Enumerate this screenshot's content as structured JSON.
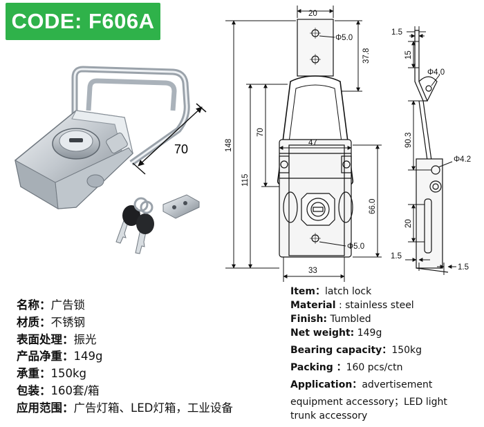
{
  "header": {
    "code": "CODE: F606A"
  },
  "photo": {
    "dim_70": "70"
  },
  "drawing": {
    "d20": "20",
    "hole_top": "Φ5.0",
    "d37_8": "37.8",
    "d148": "148",
    "d70": "70",
    "d115": "115",
    "d47": "47",
    "d66": "66.0",
    "hole_bottom": "Φ5.0",
    "d33": "33",
    "side_1_5_top": "1.5",
    "side_15": "15",
    "side_phi4": "Φ4.0",
    "side_90_3": "90.3",
    "side_phi4_2": "Φ4.2",
    "side_20": "20",
    "side_1_5_left": "1.5",
    "side_1_5_right": "1.5"
  },
  "spec_zh": [
    {
      "k": "名称：",
      "v": "广告锁"
    },
    {
      "k": "材质：",
      "v": "不锈钢"
    },
    {
      "k": "表面处理：",
      "v": "振光"
    },
    {
      "k": "产品净重：",
      "v": "149g"
    },
    {
      "k": "承重：",
      "v": "150kg"
    },
    {
      "k": "包装：",
      "v": "160套/箱"
    },
    {
      "k": "应用范围：",
      "v": "广告灯箱、LED灯箱，工业设备"
    }
  ],
  "spec_en": {
    "item_k": "Item：",
    "item_v": "latch lock",
    "material_k": "Material",
    "material_v": " : stainless steel",
    "finish_k": "Finish:",
    "finish_v": " Tumbled",
    "weight_k": "Net weight:",
    "weight_v": " 149g",
    "bearing_k": "Bearing capacity：",
    "bearing_v": "150kg",
    "packing_k": "Packing ：",
    "packing_v": "160 pcs/ctn",
    "app_k": "Application：",
    "app_v1": "advertisement",
    "app_v2": "equipment accessory；LED light",
    "app_v3": "trunk accessory"
  }
}
